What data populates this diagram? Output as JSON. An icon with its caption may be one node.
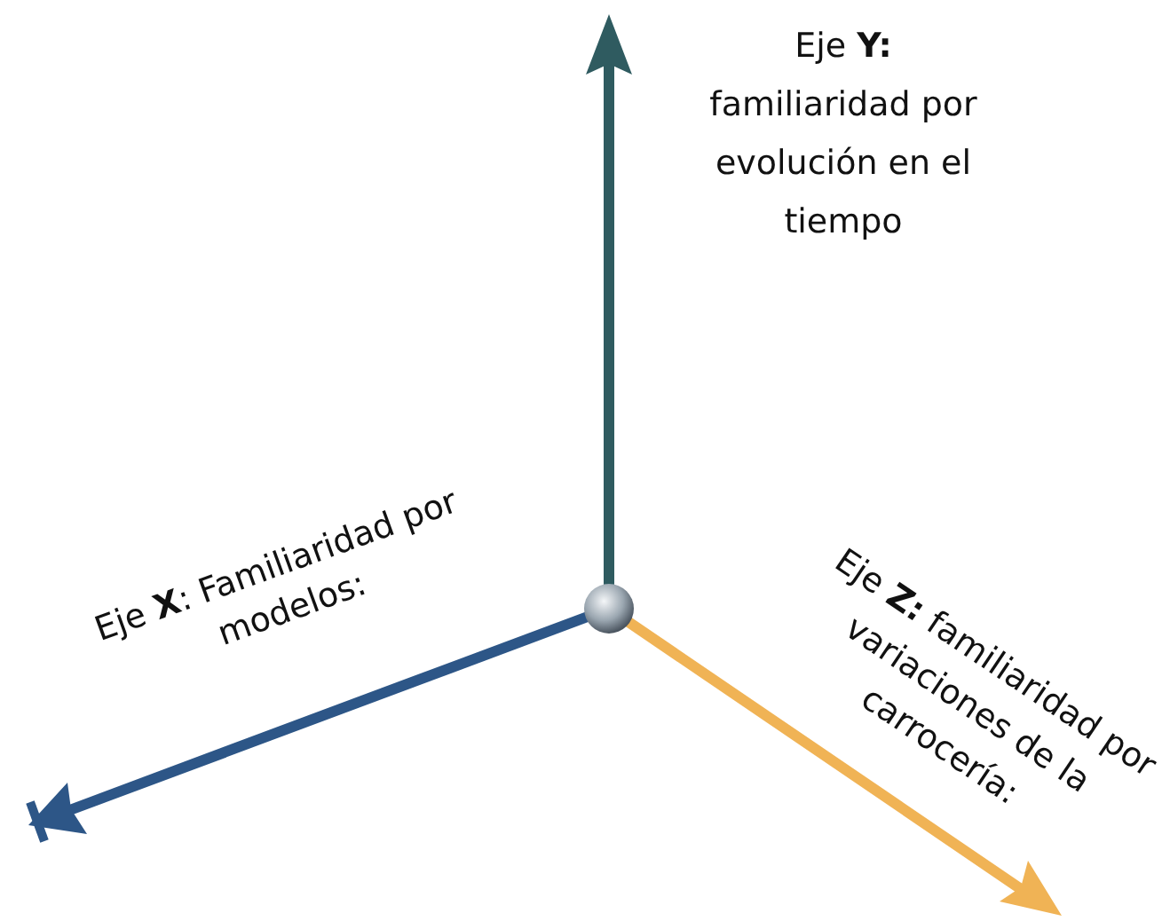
{
  "diagram": {
    "labels": [
      "Eje **Y:** familiaridad por evolución en el tiempo",
      "Eje **X**: Familiaridad por modelos:",
      "Eje **Z:** familiaridad por variaciones de la carrocería:"
    ]
  }
}
